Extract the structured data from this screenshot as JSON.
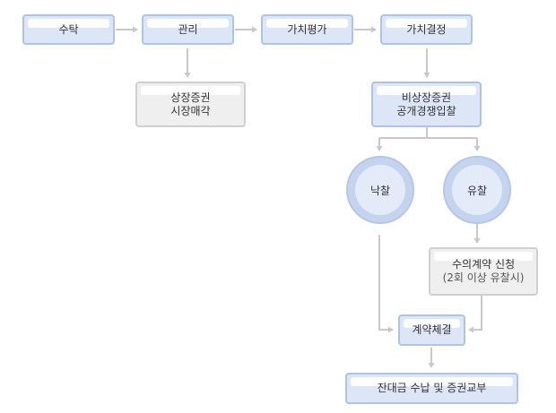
{
  "steps": {
    "trust": "수탁",
    "manage": "관리",
    "valuation": "가치평가",
    "decision": "가치결정"
  },
  "listed_sale": {
    "line1": "상장증권",
    "line2": "시장매각"
  },
  "unlisted_bid": {
    "line1": "비상장증권",
    "line2": "공개경쟁입찰"
  },
  "outcomes": {
    "success": "낙찰",
    "failure": "유찰"
  },
  "private_contract": {
    "line1": "수의계약 신청",
    "line2": "(2회 이상 유찰시)"
  },
  "contract": "계약체결",
  "final": "잔대금 수납 및 증권교부",
  "colors": {
    "box_fill": "#dce6f6",
    "box_border": "#aec4e6",
    "gray_fill": "#efefef",
    "arrow": "#c8c8c8"
  }
}
